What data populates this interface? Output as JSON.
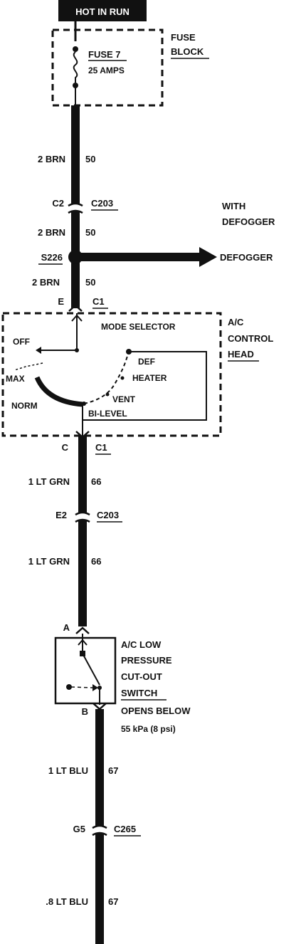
{
  "header": {
    "label": "HOT IN RUN"
  },
  "fuse_block": {
    "label_1": "FUSE",
    "label_2": "BLOCK",
    "fuse_name": "FUSE 7",
    "fuse_rating": "25 AMPS"
  },
  "wires": [
    {
      "id": "w1",
      "gauge": "2 BRN",
      "circuit": "50"
    },
    {
      "id": "w2",
      "gauge": "2 BRN",
      "circuit": "50"
    },
    {
      "id": "w3",
      "gauge": "2 BRN",
      "circuit": "50"
    },
    {
      "id": "w4",
      "gauge": "1 LT GRN",
      "circuit": "66"
    },
    {
      "id": "w5",
      "gauge": "1 LT GRN",
      "circuit": "66"
    },
    {
      "id": "w6",
      "gauge": "1 LT BLU",
      "circuit": "67"
    },
    {
      "id": "w7",
      "gauge": ".8 LT BLU",
      "circuit": "67"
    }
  ],
  "connectors": {
    "c203_top": {
      "pin": "C2",
      "name": "C203"
    },
    "c1_top": {
      "pin": "E",
      "name": "C1"
    },
    "c1_bottom": {
      "pin": "C",
      "name": "C1"
    },
    "c203_bottom": {
      "pin": "E2",
      "name": "C203"
    },
    "switch_in": {
      "pin": "A"
    },
    "switch_out": {
      "pin": "B"
    },
    "c265": {
      "pin": "G5",
      "name": "C265"
    }
  },
  "splice": {
    "name": "S226"
  },
  "defogger": {
    "note_1": "WITH",
    "note_2": "DEFOGGER",
    "target": "DEFOGGER"
  },
  "control_head": {
    "label_1": "A/C",
    "label_2": "CONTROL",
    "label_3": "HEAD",
    "selector_title": "MODE SELECTOR",
    "positions": [
      "OFF",
      "MAX",
      "NORM",
      "BI-LEVEL",
      "VENT",
      "HEATER",
      "DEF"
    ]
  },
  "pressure_switch": {
    "label_1": "A/C LOW",
    "label_2": "PRESSURE",
    "label_3": "CUT-OUT",
    "label_4": "SWITCH",
    "note_1": "OPENS BELOW",
    "note_2": "55 kPa (8 psi)"
  }
}
